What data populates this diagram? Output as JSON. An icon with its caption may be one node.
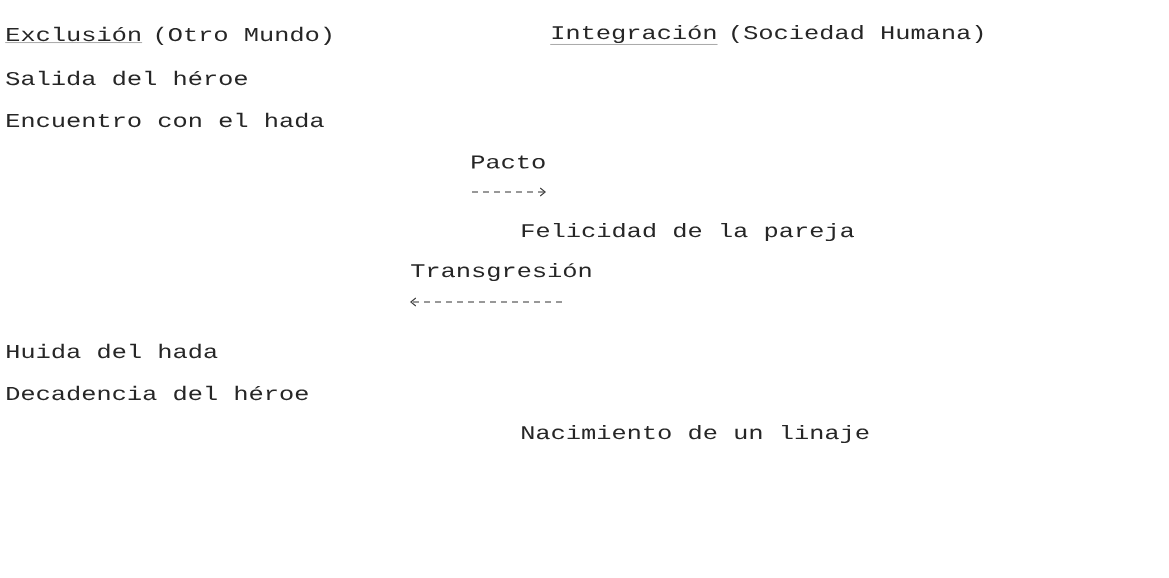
{
  "diagram": {
    "labels": [
      "Exclusión",
      "(Otro Mundo)",
      "Integración",
      "(Sociedad Humana)",
      "Salida del héroe",
      "Encuentro con el hada",
      "Pacto",
      "Felicidad de la pareja",
      "Transgresión",
      "Huida del hada",
      "Decadencia del héroe",
      "Nacimiento de un linaje"
    ]
  }
}
